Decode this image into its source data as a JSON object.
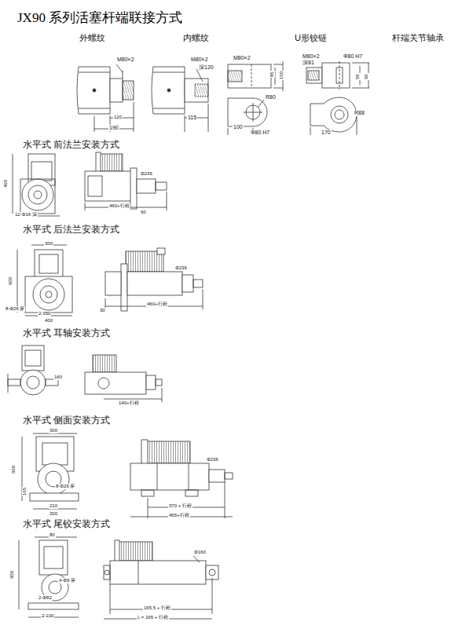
{
  "diagram": {
    "title": "JX90 系列活塞杆端联接方式",
    "labels": [
      "外螺纹",
      "内螺纹",
      "U形铰链",
      "杆端关节轴承",
      "M80×2",
      "120",
      "190",
      "M80×2",
      "深120",
      "115",
      "M80×2",
      "85",
      "160",
      "R80",
      "100",
      "Φ80 H7",
      "M80×2",
      "深81",
      "Φ80 H7",
      "55",
      "60",
      "170",
      "R88",
      "水平式 前法兰安装方式",
      "400",
      "12-Φ16 深",
      "Φ236",
      "460+行程",
      "60",
      "水平式 后法兰安装方式",
      "300",
      "600",
      "8-Φ26 穿",
      "2-350",
      "400",
      "Φ236",
      "30",
      "460+行程",
      "水平式 耳轴安装方式",
      "160",
      "140+行程",
      "水平式 侧面安装方式",
      "300",
      "600",
      "8-Φ26 穿",
      "165",
      "210",
      "300",
      "Φ236",
      "370 + 行程",
      "465+行程",
      "水平式 尾铰安装方式",
      "80",
      "600",
      "4-Φ9 穿",
      "2-Φ82",
      "2-100",
      "Φ160",
      "165.5 + 行程",
      "L = 165 + 行程"
    ]
  }
}
